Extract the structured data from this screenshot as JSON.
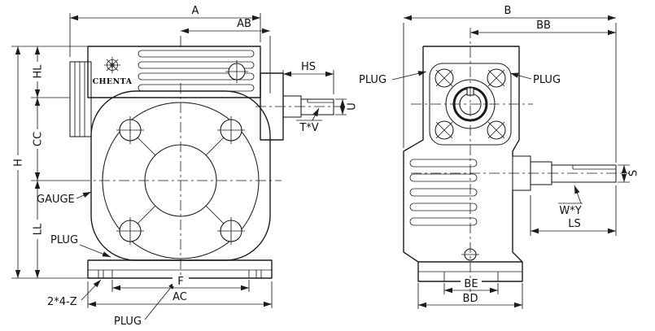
{
  "drawing": {
    "brand": "CHENTA",
    "front": {
      "a": "A",
      "ab": "AB",
      "hs": "HS",
      "u": "U",
      "tv": "T*V",
      "h": "H",
      "hl": "HL",
      "cc": "CC",
      "ll": "LL",
      "gauge": "GAUGE",
      "plug_side": "PLUG",
      "plug_bottom": "PLUG",
      "z_holes": "2*4-Z",
      "f": "F",
      "ac": "AC"
    },
    "side": {
      "b": "B",
      "bb": "BB",
      "plug_left": "PLUG",
      "plug_right": "PLUG",
      "s": "S",
      "wy": "W*Y",
      "ls": "LS",
      "be": "BE",
      "bd": "BD"
    }
  }
}
